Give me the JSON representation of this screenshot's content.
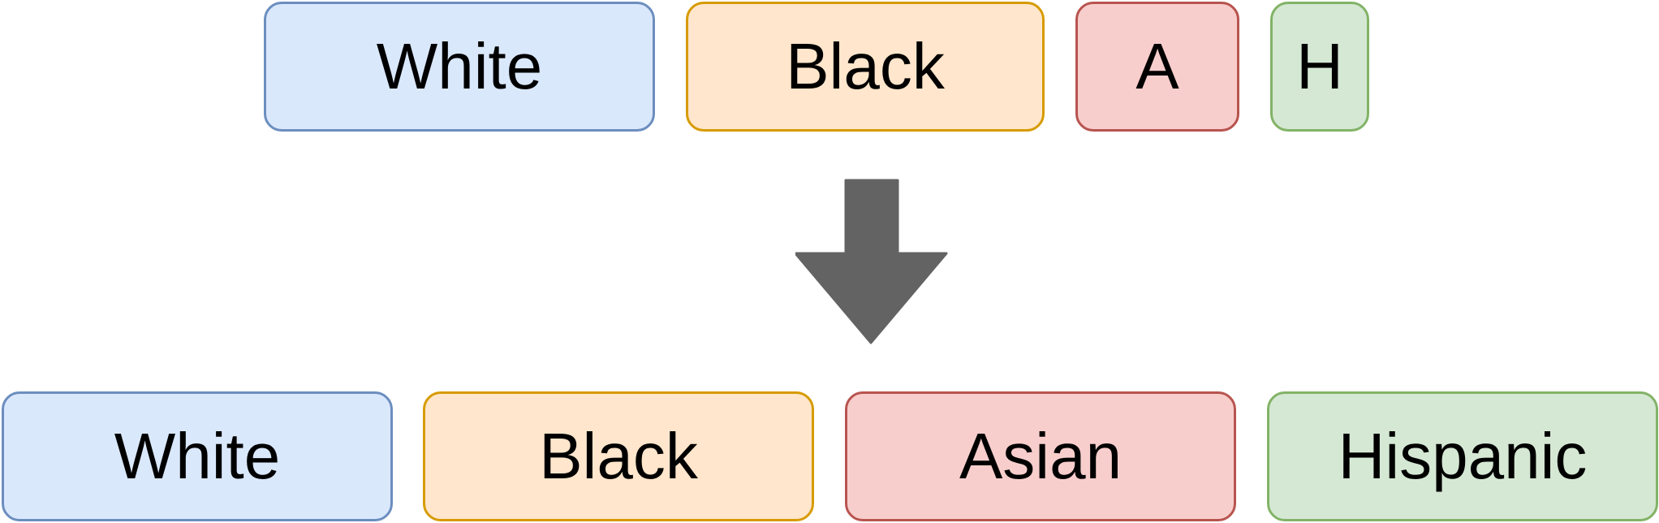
{
  "diagram": {
    "top_row": [
      {
        "label": "White",
        "color": "#dae8fc",
        "border": "#6c8ebf"
      },
      {
        "label": "Black",
        "color": "#ffe6cc",
        "border": "#d79b00"
      },
      {
        "label": "A",
        "color": "#f8cecc",
        "border": "#b85450"
      },
      {
        "label": "H",
        "color": "#d5e8d4",
        "border": "#82b366"
      }
    ],
    "bottom_row": [
      {
        "label": "White",
        "color": "#dae8fc",
        "border": "#6c8ebf"
      },
      {
        "label": "Black",
        "color": "#ffe6cc",
        "border": "#d79b00"
      },
      {
        "label": "Asian",
        "color": "#f8cecc",
        "border": "#b85450"
      },
      {
        "label": "Hispanic",
        "color": "#d5e8d4",
        "border": "#82b366"
      }
    ],
    "arrow": {
      "icon": "down-arrow-icon",
      "color": "#636363"
    }
  }
}
